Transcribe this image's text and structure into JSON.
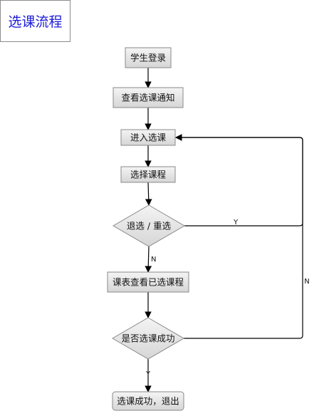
{
  "title": "选课流程",
  "colors": {
    "title_text": "#1a1adb",
    "box_fill_top": "#f4f4f4",
    "box_fill_bottom": "#d6d6d6",
    "box_stroke": "#8a8a8a",
    "line": "#000000"
  },
  "nodes": [
    {
      "id": "login",
      "label": "学生登录",
      "shape": "rect"
    },
    {
      "id": "notice",
      "label": "查看选课通知",
      "shape": "rect"
    },
    {
      "id": "enter",
      "label": "进入选课",
      "shape": "rect"
    },
    {
      "id": "choose",
      "label": "选择课程",
      "shape": "rect"
    },
    {
      "id": "drop",
      "label": "退选 / 重选",
      "shape": "diamond"
    },
    {
      "id": "timetable",
      "label": "课表查看已选课程",
      "shape": "rect"
    },
    {
      "id": "success",
      "label": "是否选课成功",
      "shape": "diamond"
    },
    {
      "id": "exit",
      "label": "选课成功，退出",
      "shape": "rect"
    }
  ],
  "edges": [
    {
      "from": "login",
      "to": "notice",
      "label": ""
    },
    {
      "from": "notice",
      "to": "enter",
      "label": ""
    },
    {
      "from": "enter",
      "to": "choose",
      "label": ""
    },
    {
      "from": "choose",
      "to": "drop",
      "label": ""
    },
    {
      "from": "drop",
      "to": "timetable",
      "label": "N"
    },
    {
      "from": "drop",
      "to": "enter",
      "label": "Y"
    },
    {
      "from": "timetable",
      "to": "success",
      "label": ""
    },
    {
      "from": "success",
      "to": "enter",
      "label": "N"
    },
    {
      "from": "success",
      "to": "exit",
      "label": "Y"
    }
  ]
}
